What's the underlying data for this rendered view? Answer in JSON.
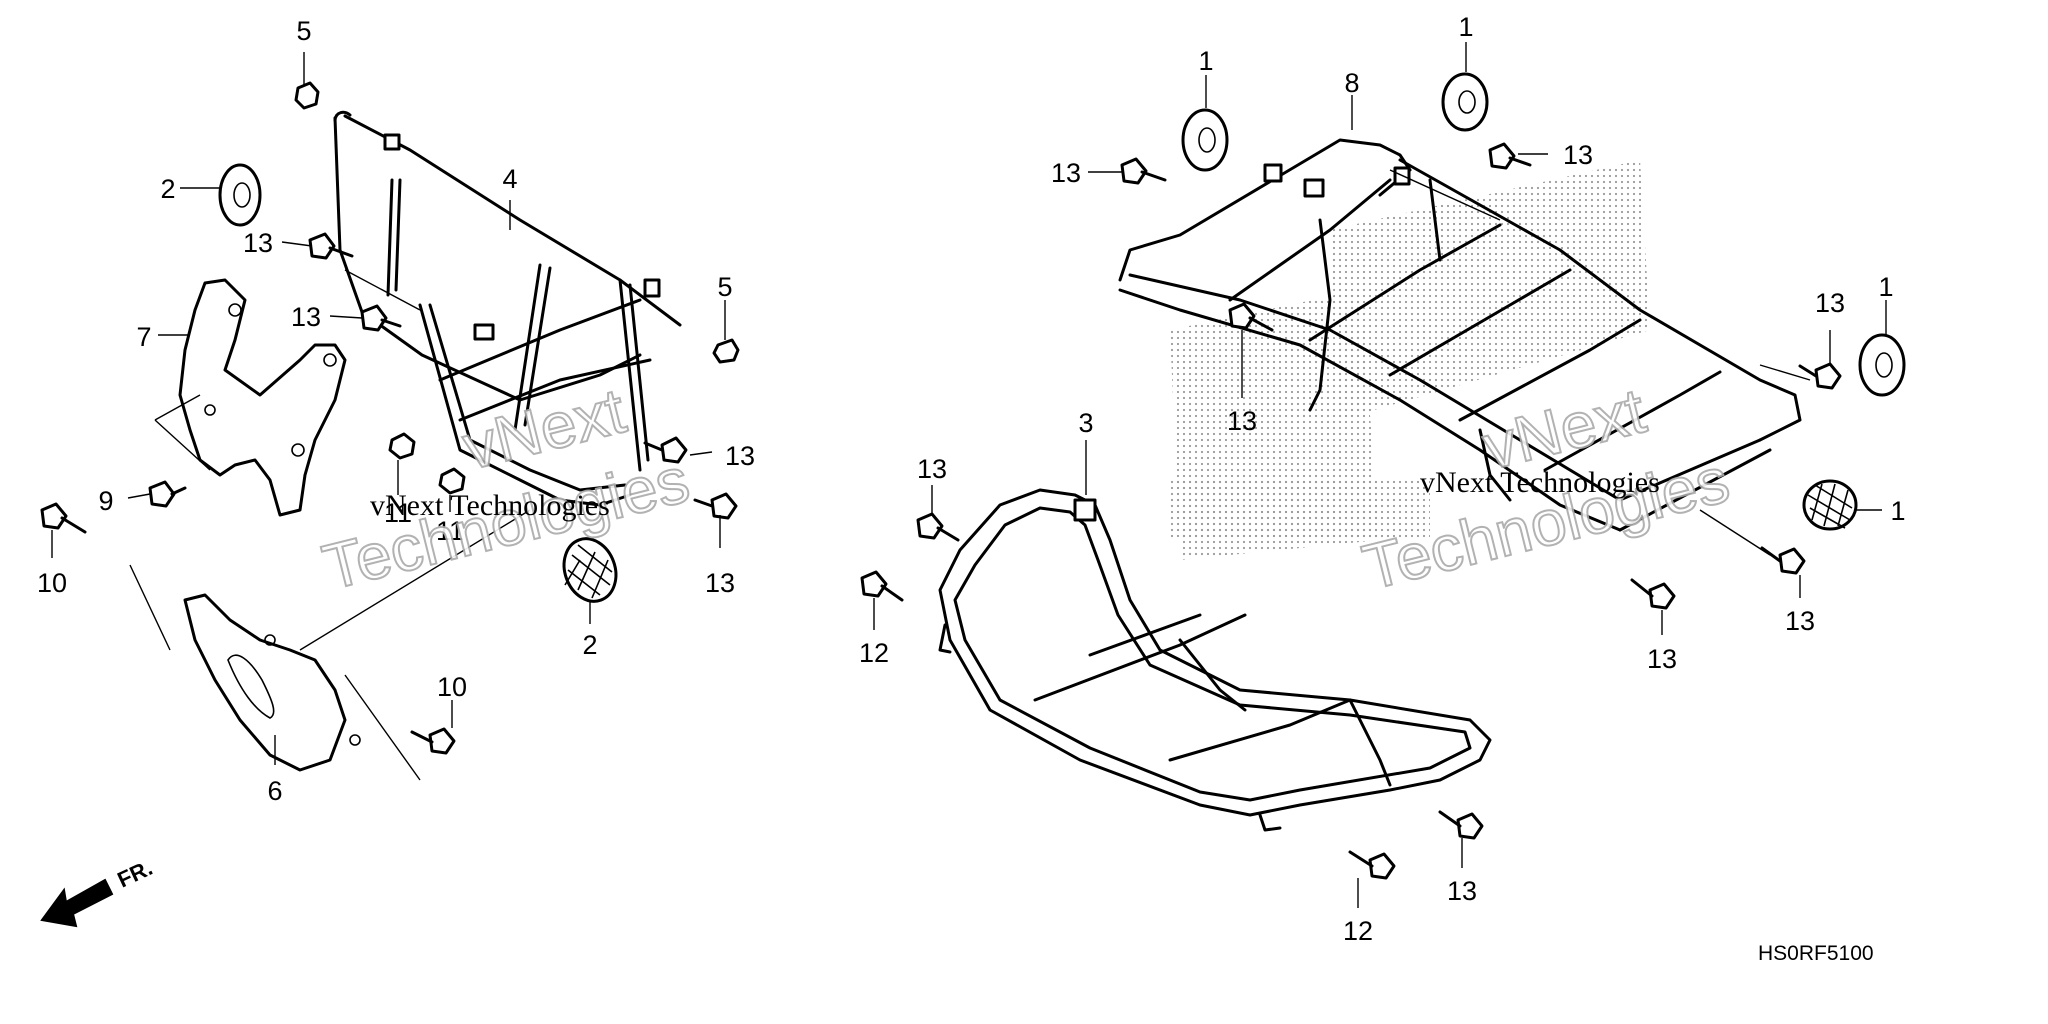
{
  "diagram_code": "HS0RF5100",
  "front_indicator": "FR.",
  "watermark": {
    "line1": "vNext Technologies",
    "line2": "vNext",
    "line3": "Technologies"
  },
  "callouts": {
    "left_5_top": "5",
    "left_2_top": "2",
    "left_4": "4",
    "left_13_a": "13",
    "left_13_b": "13",
    "left_5_right": "5",
    "left_7": "7",
    "left_9": "9",
    "left_11_a": "11",
    "left_11_b": "11",
    "left_13_c": "13",
    "left_13_d": "13",
    "left_10_a": "10",
    "left_2_bottom": "2",
    "left_10_b": "10",
    "left_6": "6",
    "right_1_a": "1",
    "right_1_b": "1",
    "right_8": "8",
    "right_13_a": "13",
    "right_13_b": "13",
    "right_13_c": "13",
    "right_1_c": "1",
    "right_13_d": "13",
    "right_1_d": "1",
    "right_13_e": "13",
    "right_13_f": "13",
    "mid_3": "3",
    "mid_13": "13",
    "mid_12_a": "12",
    "mid_12_b": "12",
    "mid_13_b": "13"
  }
}
